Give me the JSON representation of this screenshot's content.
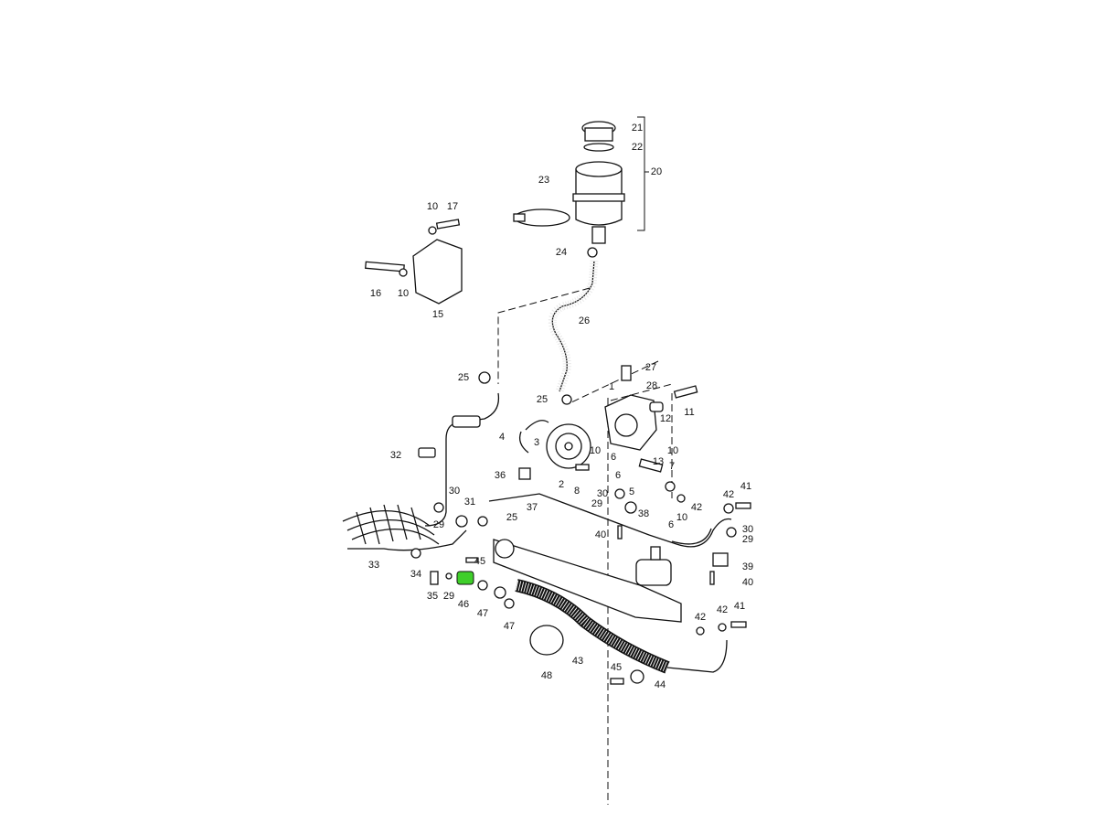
{
  "diagram": {
    "title": "Power steering system exploded parts view",
    "highlight_color": "#3fcf2a",
    "highlighted_part": "46",
    "labels": [
      "21",
      "22",
      "20",
      "23",
      "10",
      "17",
      "24",
      "16",
      "10",
      "15",
      "26",
      "25",
      "27",
      "28",
      "1",
      "25",
      "12",
      "11",
      "4",
      "3",
      "10",
      "10",
      "6",
      "13",
      "7",
      "32",
      "36",
      "8",
      "6",
      "5",
      "2",
      "30",
      "31",
      "30",
      "29",
      "38",
      "42",
      "41",
      "42",
      "37",
      "25",
      "29",
      "10",
      "6",
      "30",
      "29",
      "40",
      "33",
      "45",
      "34",
      "39",
      "40",
      "35",
      "29",
      "46",
      "47",
      "47",
      "42",
      "42",
      "41",
      "43",
      "48",
      "45",
      "44"
    ]
  }
}
